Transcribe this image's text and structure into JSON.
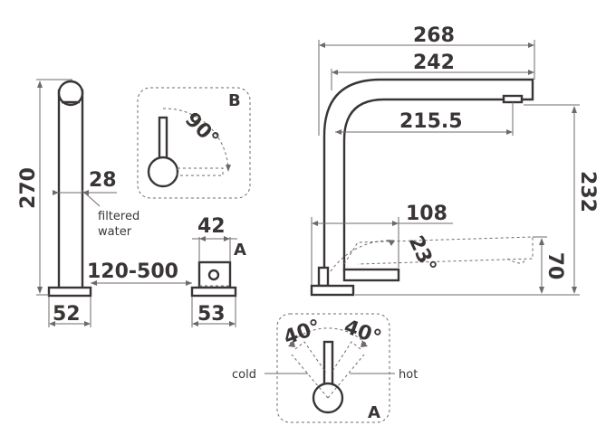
{
  "dimensions": {
    "total_height": "270",
    "spout_width": "28",
    "base_width": "52",
    "side_handle_width": "42",
    "side_handle_base": "53",
    "deck_range": "120-500",
    "spout_reach_total": "268",
    "spout_reach": "242",
    "spout_reach_inner": "215.5",
    "spout_height": "232",
    "lever_length": "108",
    "lever_height": "70"
  },
  "angles": {
    "filter_lever_rotation": "90°",
    "lever_tilt": "23°",
    "cold_rotation": "40°",
    "hot_rotation": "40°"
  },
  "labels": {
    "detail_b": "B",
    "detail_a_top": "A",
    "detail_a_bottom": "A",
    "filtered_line1": "filtered",
    "filtered_line2": "water",
    "cold": "cold",
    "hot": "hot"
  }
}
